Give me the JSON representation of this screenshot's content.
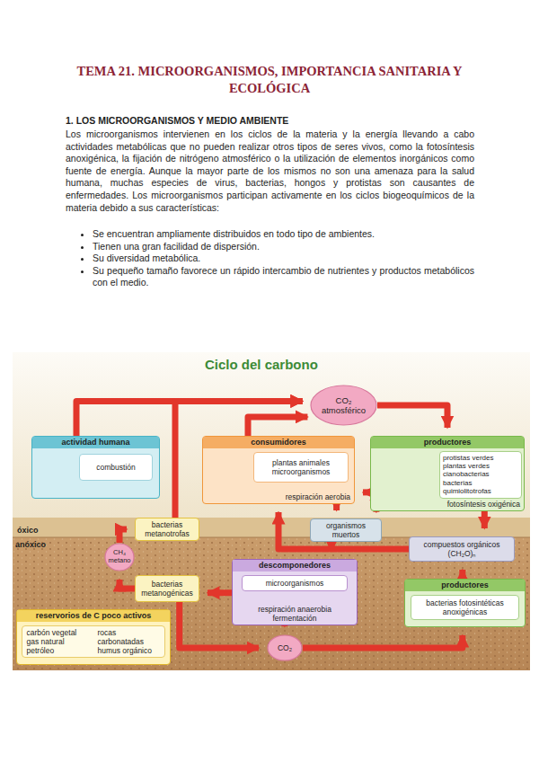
{
  "diagram": {
    "title": "TEMA 21. MICROORGANISMOS, IMPORTANCIA SANITARIA Y ECOLÓGICA",
    "nodes": [
      {
        "text": [
          "CO₂ atmosférico"
        ]
      },
      {
        "text": [
          "actividad humana"
        ]
      },
      {
        "text": [
          "combustión"
        ],
        "in": 1
      },
      {
        "text": [
          "consumidores",
          "respiración aerobia"
        ]
      },
      {
        "text": [
          "plantas animales microorganismos"
        ],
        "in": 3
      },
      {
        "text": [
          "productores",
          "fotosíntesis oxigénica"
        ]
      },
      {
        "text": [
          "protistas verdes plantas verdes cianobacterias bacterias quimiolitotrofas"
        ],
        "in": 5
      },
      {
        "text": [
          "bacterias metanotrofas"
        ]
      },
      {
        "text": [
          "CH₄ metano"
        ]
      },
      {
        "text": [
          "organismos muertos"
        ]
      },
      {
        "text": [
          "compuestos orgánicos (CH₂O)ₙ"
        ]
      },
      {
        "text": [
          "descomponedores",
          "respiración anaerobia fermentación"
        ]
      },
      {
        "text": [
          "microorganismos"
        ],
        "in": 11
      },
      {
        "text": [
          "bacterias metanogénicas"
        ]
      },
      {
        "text": [
          "productores"
        ]
      },
      {
        "text": [
          "bacterias fotosintéticas anoxigénicas"
        ],
        "in": 14
      },
      {
        "text": [
          "reservorios de C poco activos"
        ]
      },
      {
        "text": [
          "carbón vegetal gas natural petróleo",
          "rocas carbonatadas humus orgánico"
        ],
        "in": 16
      },
      {
        "text": [
          "CO₂"
        ]
      }
    ],
    "edges": [
      {
        "from": 1,
        "to": 0,
        "arrow": "to"
      },
      {
        "from": 0,
        "to": 5,
        "arrow": "to"
      },
      {
        "from": 7,
        "to": 0,
        "arrow": "to"
      },
      {
        "from": 3,
        "to": 0,
        "arrow": "to"
      },
      {
        "from": 5,
        "to": 3,
        "arrow": "to"
      },
      {
        "from": 3,
        "to": 9,
        "arrow": "to"
      },
      {
        "from": 5,
        "to": 9,
        "arrow": "to"
      },
      {
        "from": 5,
        "to": 10,
        "arrow": "to"
      },
      {
        "from": 10,
        "to": 3,
        "arrow": "to"
      },
      {
        "from": 9,
        "to": 11,
        "arrow": "to"
      },
      {
        "from": 11,
        "to": 13,
        "arrow": "to"
      },
      {
        "from": 13,
        "to": 8,
        "arrow": "to"
      },
      {
        "from": 8,
        "to": 7,
        "arrow": "to"
      },
      {
        "from": 11,
        "to": 18,
        "arrow": "to"
      },
      {
        "from": 18,
        "to": 14,
        "arrow": "to"
      },
      {
        "from": 14,
        "to": 10,
        "arrow": "to"
      },
      {
        "from": 13,
        "to": 18,
        "arrow": "to"
      }
    ],
    "labels": [
      "1. LOS MICROORGANISMOS Y MEDIO AMBIENTE",
      "Los microorganismos intervienen en los ciclos de la materia y la energía llevando a cabo actividades metabólicas que no pueden realizar otros tipos de seres vivos, como la fotosíntesis anoxigénica, la fijación de nitrógeno atmosférico o la utilización de elementos inorgánicos como fuente de energía. Aunque la mayor parte de los mismos no son una amenaza para la salud humana, muchas especies de virus, bacterias, hongos y protistas son causantes de enfermedades. Los microorganismos participan activamente en los ciclos biogeoquímicos de la materia debido a sus características:",
      "Se encuentran ampliamente distribuidos en todo tipo de ambientes.",
      "Tienen una gran facilidad de dispersión.",
      "Su diversidad metabólica.",
      "Su pequeño tamaño favorece un rápido intercambio de nutrientes y productos metabólicos con el medio.",
      "Ciclo del carbono",
      "óxico",
      "anóxico"
    ]
  }
}
